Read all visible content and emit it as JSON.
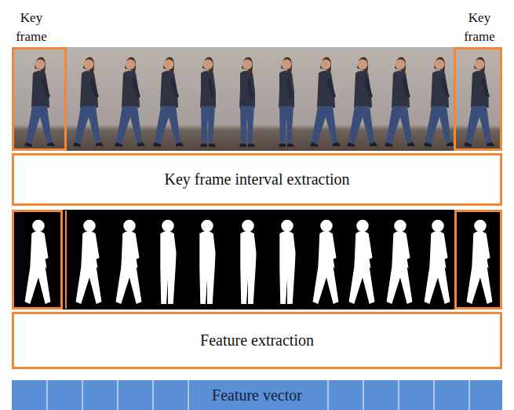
{
  "diagram": {
    "nodes": [
      {
        "text": [
          "Key frame"
        ]
      },
      {
        "text": [
          "Key frame"
        ]
      },
      {
        "text": [
          "Key frame interval extraction"
        ]
      },
      {
        "text": [
          "Feature extraction"
        ]
      },
      {
        "text": [
          "Feature vector"
        ]
      }
    ]
  }
}
